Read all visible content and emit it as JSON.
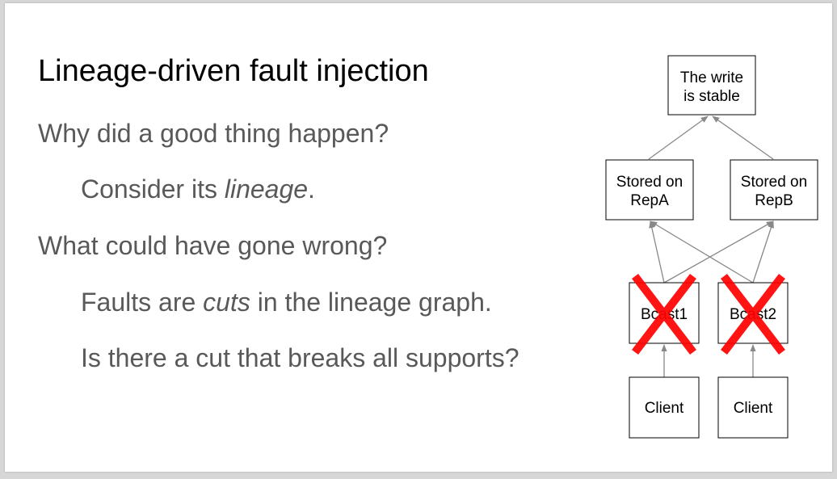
{
  "slide": {
    "title": "Lineage-driven fault injection",
    "lines": [
      {
        "parts": [
          "Why did a good thing happen?"
        ]
      },
      {
        "parts": [
          "Consider its ",
          "lineage",
          "."
        ]
      },
      {
        "parts": [
          "What could have gone wrong?"
        ]
      },
      {
        "parts": [
          "Faults are ",
          "cuts",
          " in the lineage graph."
        ]
      },
      {
        "parts": [
          "Is there a cut that breaks all supports?"
        ]
      }
    ]
  },
  "diagram": {
    "nodes": {
      "write_stable": [
        "The write",
        "is stable"
      ],
      "stored_a": [
        "Stored on",
        "RepA"
      ],
      "stored_b": [
        "Stored on",
        "RepB"
      ],
      "bcast1": "Bcast1",
      "bcast2": "Bcast2",
      "client1": "Client",
      "client2": "Client"
    },
    "cut_mark_color": "#ff0000",
    "edge_color": "#888888"
  }
}
